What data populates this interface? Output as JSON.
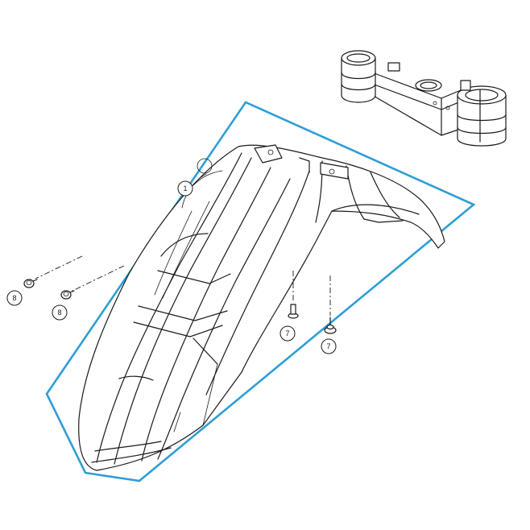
{
  "highlight_color": "#2e9ed6",
  "line_color": "#1a1a1a",
  "callouts": {
    "fender": "1",
    "bolt_left_a": "8",
    "bolt_left_b": "8",
    "bolt_right_a": "7",
    "bolt_right_b": "7"
  }
}
